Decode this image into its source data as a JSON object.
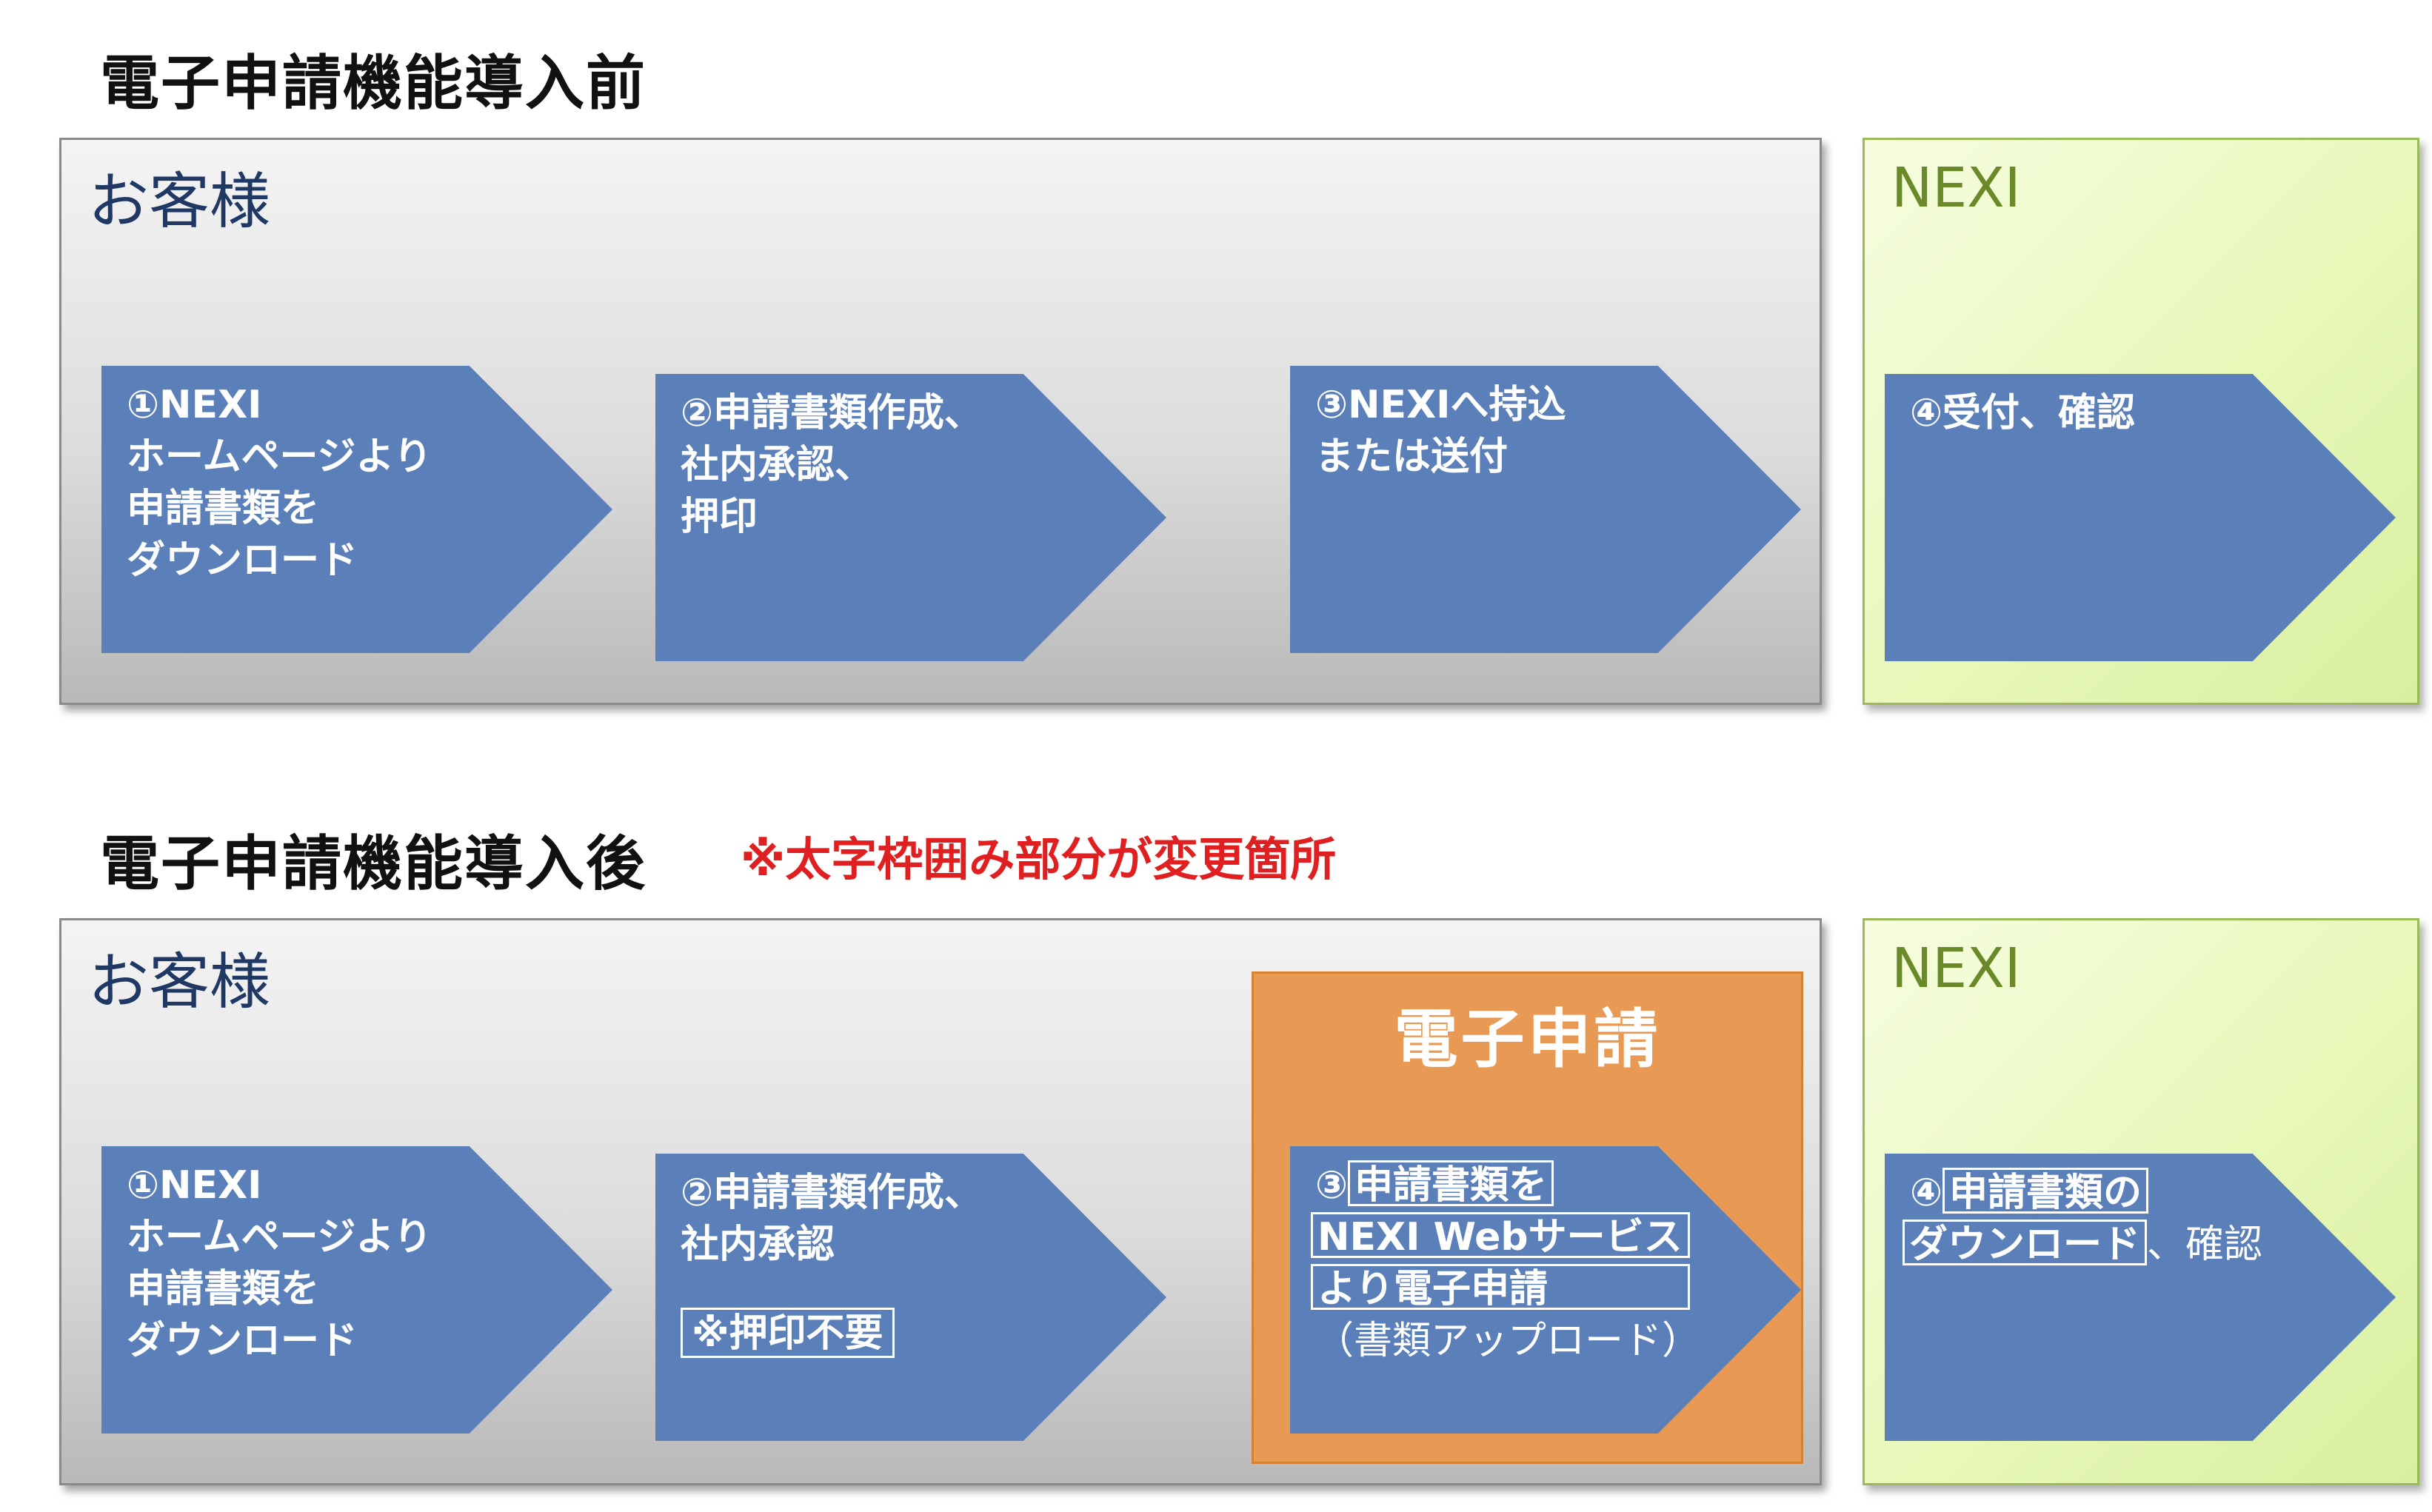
{
  "before": {
    "heading": "電子申請機能導入前",
    "customer_title": "お客様",
    "nexi_title": "NEXI",
    "step1": [
      "①NEXI",
      "ホームページより",
      "申請書類を",
      "ダウンロード"
    ],
    "step2": [
      "②申請書類作成、",
      "社内承認、",
      "押印"
    ],
    "step3": [
      "③NEXIへ持込",
      "または送付"
    ],
    "step4": [
      "④受付、確認"
    ]
  },
  "after": {
    "heading": "電子申請機能導入後",
    "note": "※太字枠囲み部分が変更箇所",
    "customer_title": "お客様",
    "nexi_title": "NEXI",
    "electronic_title": "電子申請",
    "step1": [
      "①NEXI",
      "ホームページより",
      "申請書類を",
      "ダウンロード"
    ],
    "step2": {
      "line1": "②申請書類作成、",
      "line2": "社内承認",
      "boxed": "※押印不要"
    },
    "step3": {
      "prefix": "③",
      "boxed1": "申請書類を",
      "boxed2": "NEXI Webサービス",
      "boxed3": "より電子申請",
      "line4": "（書類アップロード）"
    },
    "step4": {
      "prefix": "④",
      "boxed1": "申請書類の",
      "boxed2": "ダウンロード",
      "suffix": "、確認"
    }
  }
}
